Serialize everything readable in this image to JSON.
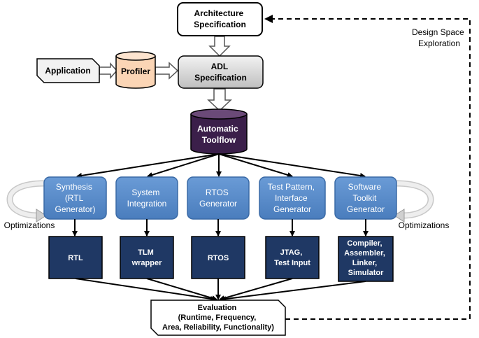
{
  "nodes": {
    "arch_spec": [
      "Architecture",
      "Specification"
    ],
    "application": [
      "Application"
    ],
    "profiler": [
      "Profiler"
    ],
    "adl_spec": [
      "ADL",
      "Specification"
    ],
    "toolflow": [
      "Automatic",
      "Toolflow"
    ],
    "synthesis": [
      "Synthesis",
      "(RTL",
      "Generator)"
    ],
    "system_integration": [
      "System",
      "Integration"
    ],
    "rtos_generator": [
      "RTOS",
      "Generator"
    ],
    "test_pattern": [
      "Test Pattern,",
      "Interface",
      "Generator"
    ],
    "software_toolkit": [
      "Software",
      "Toolkit",
      "Generator"
    ],
    "out_rtl": [
      "RTL"
    ],
    "out_tlm": [
      "TLM",
      "wrapper"
    ],
    "out_rtos": [
      "RTOS"
    ],
    "out_jtag": [
      "JTAG,",
      "Test Input"
    ],
    "out_compiler": [
      "Compiler,",
      "Assembler,",
      "Linker,",
      "Simulator"
    ],
    "evaluation": [
      "Evaluation",
      "(Runtime, Frequency,",
      "Area, Reliability, Functionality)"
    ]
  },
  "labels": {
    "design_space": [
      "Design Space",
      "Exploration"
    ],
    "optimizations_left": "Optimizations",
    "optimizations_right": "Optimizations"
  },
  "colors": {
    "generator_fill": "#4f81bd",
    "output_fill": "#1f3864",
    "toolflow_fill": "#3b1f4a",
    "profiler_fill": "#fbd5b5",
    "adl_fill": "#d9d9d9",
    "arrow_fill": "#ffffff"
  }
}
